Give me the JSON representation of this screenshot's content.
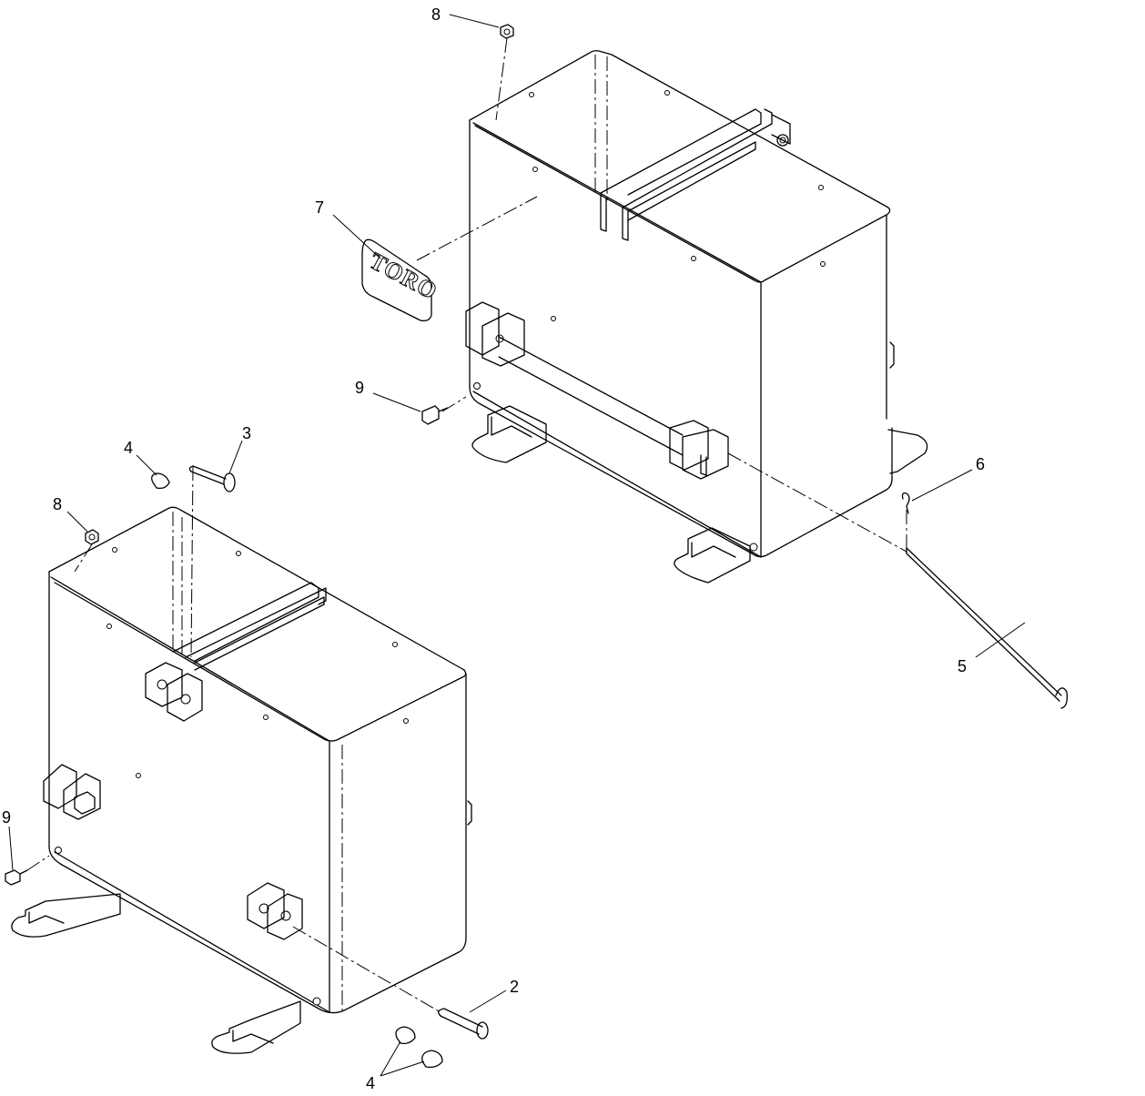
{
  "callouts": {
    "c1": "8",
    "c2": "7",
    "c3": "9",
    "c4": "4",
    "c5": "3",
    "c6": "8",
    "c7": "6",
    "c8": "5",
    "c9": "9",
    "c10": "2",
    "c11": "4"
  },
  "decal_text": "TORO"
}
